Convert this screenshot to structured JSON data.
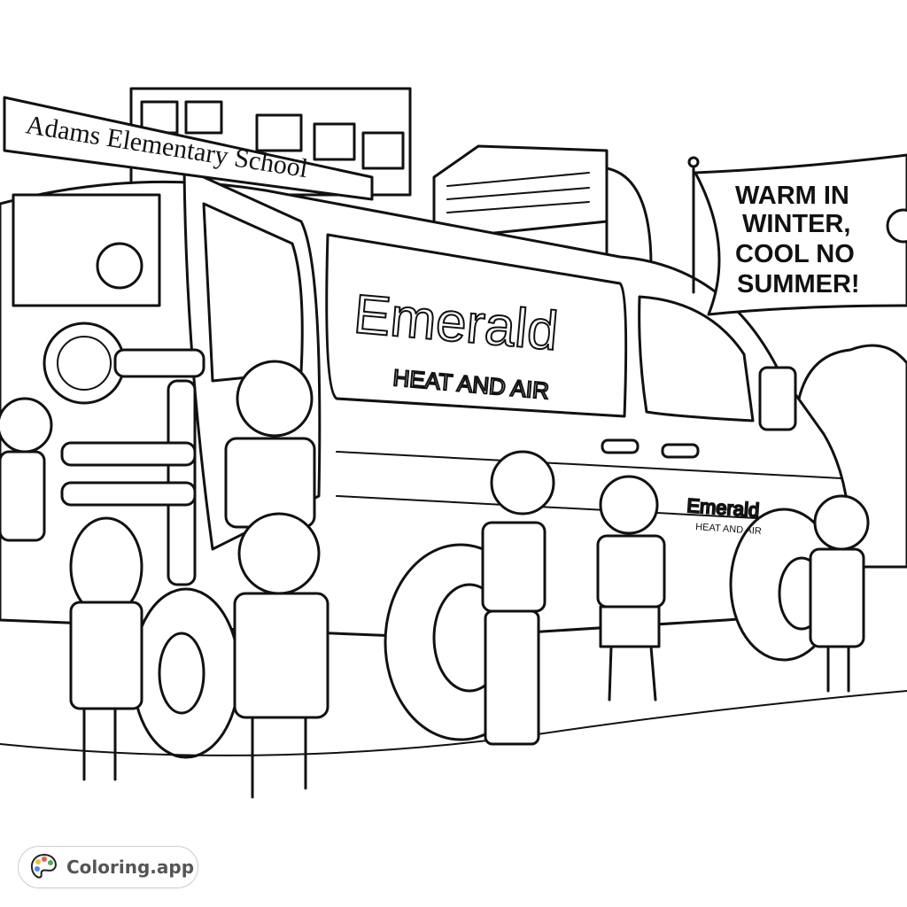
{
  "illustration": {
    "school_sign": "Adams Elementary School",
    "van_brand": "Emerald",
    "van_tagline": "HEAT AND AIR",
    "van_side_brand": "Emerald",
    "van_side_tagline": "HEAT AND AIR",
    "banner_lines": [
      "WARM IN",
      "WINTER,",
      "COOL NO",
      "SUMMER!"
    ]
  },
  "badge": {
    "label": "Coloring.app",
    "icon": "palette-icon",
    "palette_colors": [
      "#f2c230",
      "#e85a5a",
      "#4caf50",
      "#4a8af0"
    ]
  }
}
